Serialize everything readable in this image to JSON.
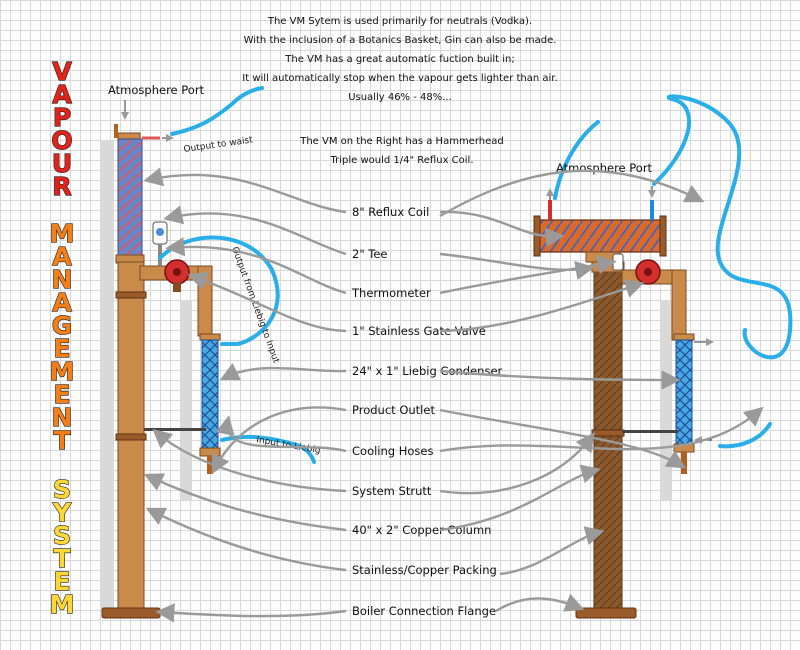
{
  "intro": {
    "lines": [
      "The VM Sytem is used primarily for neutrals (Vodka).",
      "With the inclusion of a Botanics Basket, Gin can also be made.",
      "The VM has a great automatic fuction built in;",
      "It will automatically stop when the vapour gets lighter than air.",
      "Usually 46% - 48%..."
    ]
  },
  "right_note": {
    "lines": [
      "The VM on the Right has a Hammerhead",
      "Triple would 1/4\" Reflux Coil."
    ]
  },
  "title": {
    "words": [
      "VAPOUR",
      "MANAGEMENT",
      "SYSTEM"
    ],
    "colors": {
      "VAPOUR": "#e2231a",
      "MANAGEMENT": "#f57f17",
      "SYSTEM": "#fdd835"
    }
  },
  "left_unit": {
    "atmosphere_port": "Atmosphere Port",
    "output_to_waist": "Output to waist",
    "output_from_liebig": "Output from Liebig to Input",
    "input_to_liebig": "Input to Liebig"
  },
  "right_unit": {
    "atmosphere_port": "Atmosphere Port"
  },
  "labels": [
    "8\" Reflux Coil",
    "2\" Tee",
    "Thermometer",
    "1\" Stainless Gate Valve",
    "24\" x 1\" Liebig Condenser",
    "Product Outlet",
    "Cooling Hoses",
    "System Strutt",
    "40\" x 2\" Copper Column",
    "Stainless/Copper Packing",
    "Boiler Connection Flange"
  ],
  "colors": {
    "copper": "#c98a4a",
    "hose": "#29aee8",
    "arrow": "#9a9a9a",
    "valve": "#d32f2f",
    "grid": "#d8d8d8"
  }
}
